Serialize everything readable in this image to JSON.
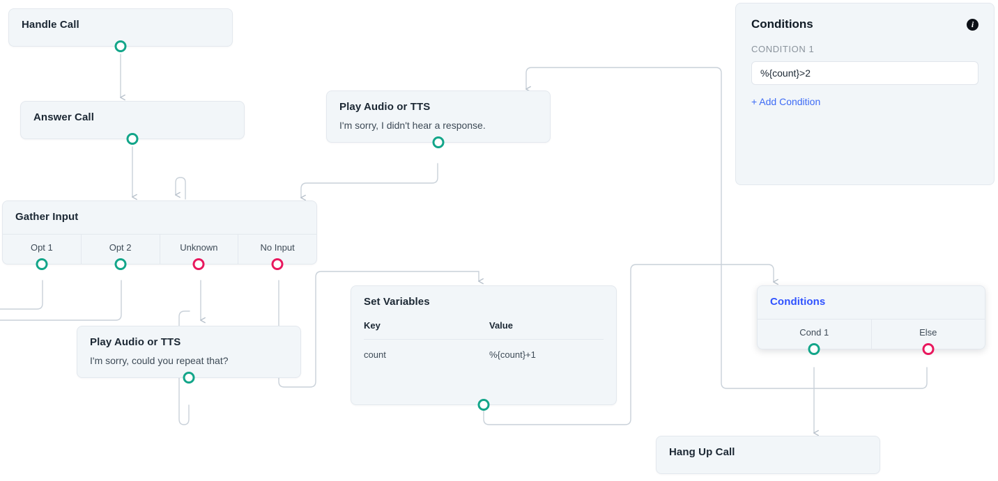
{
  "canvas": {
    "title": "Call Flow Builder Canvas",
    "accent_teal": "#12A589",
    "accent_pink": "#E8175D",
    "node_fill": "#F2F6F9",
    "node_border": "#E3E8EE",
    "link_blue": "#3d6bf5",
    "edge_stroke": "#C9D1D9"
  },
  "nodes": {
    "handle_call": {
      "title": "Handle Call"
    },
    "answer_call": {
      "title": "Answer Call"
    },
    "gather_input": {
      "title": "Gather Input",
      "ports": [
        {
          "label": "Opt 1",
          "color": "teal"
        },
        {
          "label": "Opt 2",
          "color": "teal"
        },
        {
          "label": "Unknown",
          "color": "pink"
        },
        {
          "label": "No Input",
          "color": "pink"
        }
      ]
    },
    "play_audio_no_input": {
      "title": "Play Audio or TTS",
      "text": "I'm sorry, I didn't hear a response."
    },
    "play_audio_unknown": {
      "title": "Play Audio or TTS",
      "text": "I'm sorry, could you repeat that?"
    },
    "set_variables": {
      "title": "Set Variables",
      "columns": [
        "Key",
        "Value"
      ],
      "rows": [
        {
          "key": "count",
          "value": "%{count}+1"
        }
      ]
    },
    "conditions_node": {
      "title": "Conditions",
      "ports": [
        {
          "label": "Cond 1",
          "color": "teal"
        },
        {
          "label": "Else",
          "color": "pink"
        }
      ]
    },
    "hang_up_call": {
      "title": "Hang Up Call"
    }
  },
  "panel": {
    "title": "Conditions",
    "info_icon": "info-icon",
    "condition_label": "CONDITION 1",
    "condition_value": "%{count}>2",
    "condition_placeholder": "%{count}>2",
    "add_condition": "+ Add Condition"
  }
}
